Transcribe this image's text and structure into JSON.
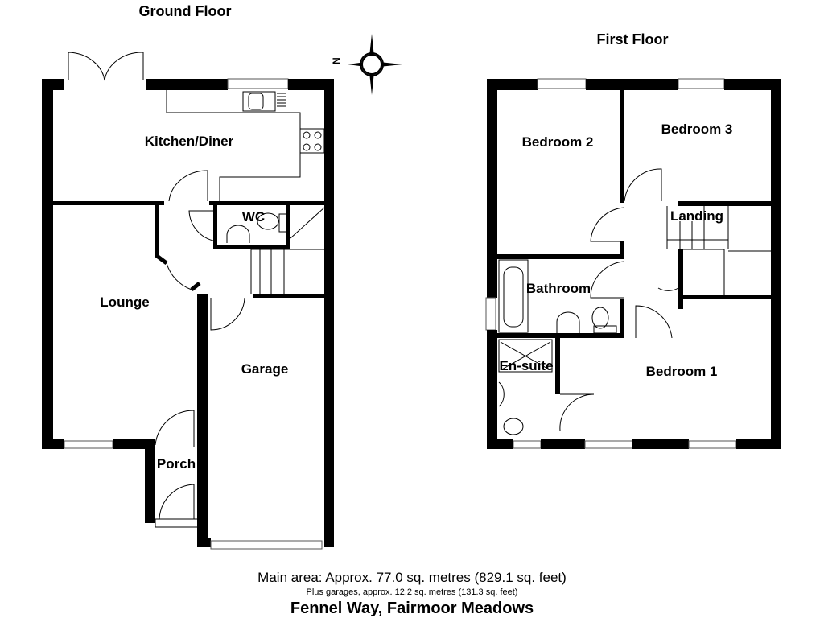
{
  "floors": [
    {
      "title": "Ground Floor",
      "rooms": [
        "Kitchen/Diner",
        "WC",
        "Lounge",
        "Garage",
        "Porch"
      ]
    },
    {
      "title": "First Floor",
      "rooms": [
        "Bedroom 2",
        "Bedroom 3",
        "Landing",
        "Bathroom",
        "En-suite",
        "Bedroom 1"
      ]
    }
  ],
  "compass": {
    "label": "N"
  },
  "footer": {
    "main_area": "Main area: Approx. 77.0 sq. metres (829.1 sq. feet)",
    "garages": "Plus garages, approx. 12.2 sq. metres (131.3 sq. feet)",
    "address": "Fennel Way, Fairmoor Meadows"
  }
}
